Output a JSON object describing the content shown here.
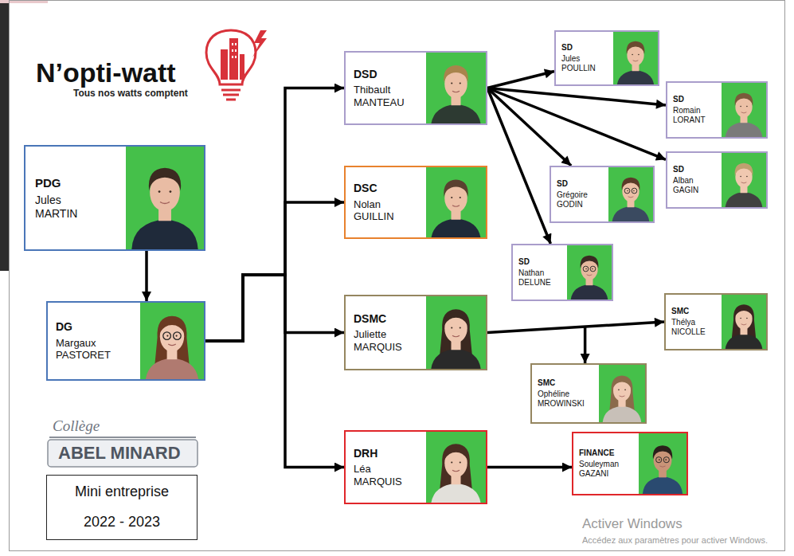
{
  "diagram": {
    "nodes": [
      {
        "text": [
          "PDG",
          "Jules MARTIN"
        ]
      },
      {
        "text": [
          "DG",
          "Margaux PASTORET"
        ]
      },
      {
        "text": [
          "DSD",
          "Thibault MANTEAU"
        ]
      },
      {
        "text": [
          "DSC",
          "Nolan GUILLIN"
        ]
      },
      {
        "text": [
          "DSMC",
          "Juliette MARQUIS"
        ]
      },
      {
        "text": [
          "DRH",
          "Léa MARQUIS"
        ]
      },
      {
        "text": [
          "SD",
          "Jules POULLIN"
        ]
      },
      {
        "text": [
          "SD",
          "Romain LORANT"
        ]
      },
      {
        "text": [
          "SD",
          "Alban GAGIN"
        ]
      },
      {
        "text": [
          "SD",
          "Grégoire GODIN"
        ]
      },
      {
        "text": [
          "SD",
          "Nathan DELUNE"
        ]
      },
      {
        "text": [
          "SMC",
          "Thélya NICOLLE"
        ]
      },
      {
        "text": [
          "SMC",
          "Ophéline MROWINSKI"
        ]
      },
      {
        "text": [
          "FINANCE",
          "Souleyman GAZANI"
        ]
      },
      {
        "text": [
          "Mini entreprise",
          "2022 - 2023"
        ]
      }
    ],
    "edges": [
      {
        "from": 0,
        "to": 1,
        "arrow": "to"
      },
      {
        "from": 1,
        "to": 2,
        "arrow": "to"
      },
      {
        "from": 1,
        "to": 3,
        "arrow": "to"
      },
      {
        "from": 1,
        "to": 4,
        "arrow": "to"
      },
      {
        "from": 1,
        "to": 5,
        "arrow": "to"
      },
      {
        "from": 2,
        "to": 6,
        "arrow": "to"
      },
      {
        "from": 2,
        "to": 7,
        "arrow": "to"
      },
      {
        "from": 2,
        "to": 8,
        "arrow": "to"
      },
      {
        "from": 2,
        "to": 9,
        "arrow": "to"
      },
      {
        "from": 2,
        "to": 10,
        "arrow": "to"
      },
      {
        "from": 4,
        "to": 11,
        "arrow": "to"
      },
      {
        "from": 4,
        "to": 12,
        "arrow": "to"
      },
      {
        "from": 5,
        "to": 13,
        "arrow": "to"
      }
    ],
    "labels": [
      "N’opti-watt",
      "Tous nos watts comptent",
      "Collège",
      "ABEL MINARD",
      "Activer Windows",
      "Accédez aux paramètres pour activer Windows."
    ]
  }
}
